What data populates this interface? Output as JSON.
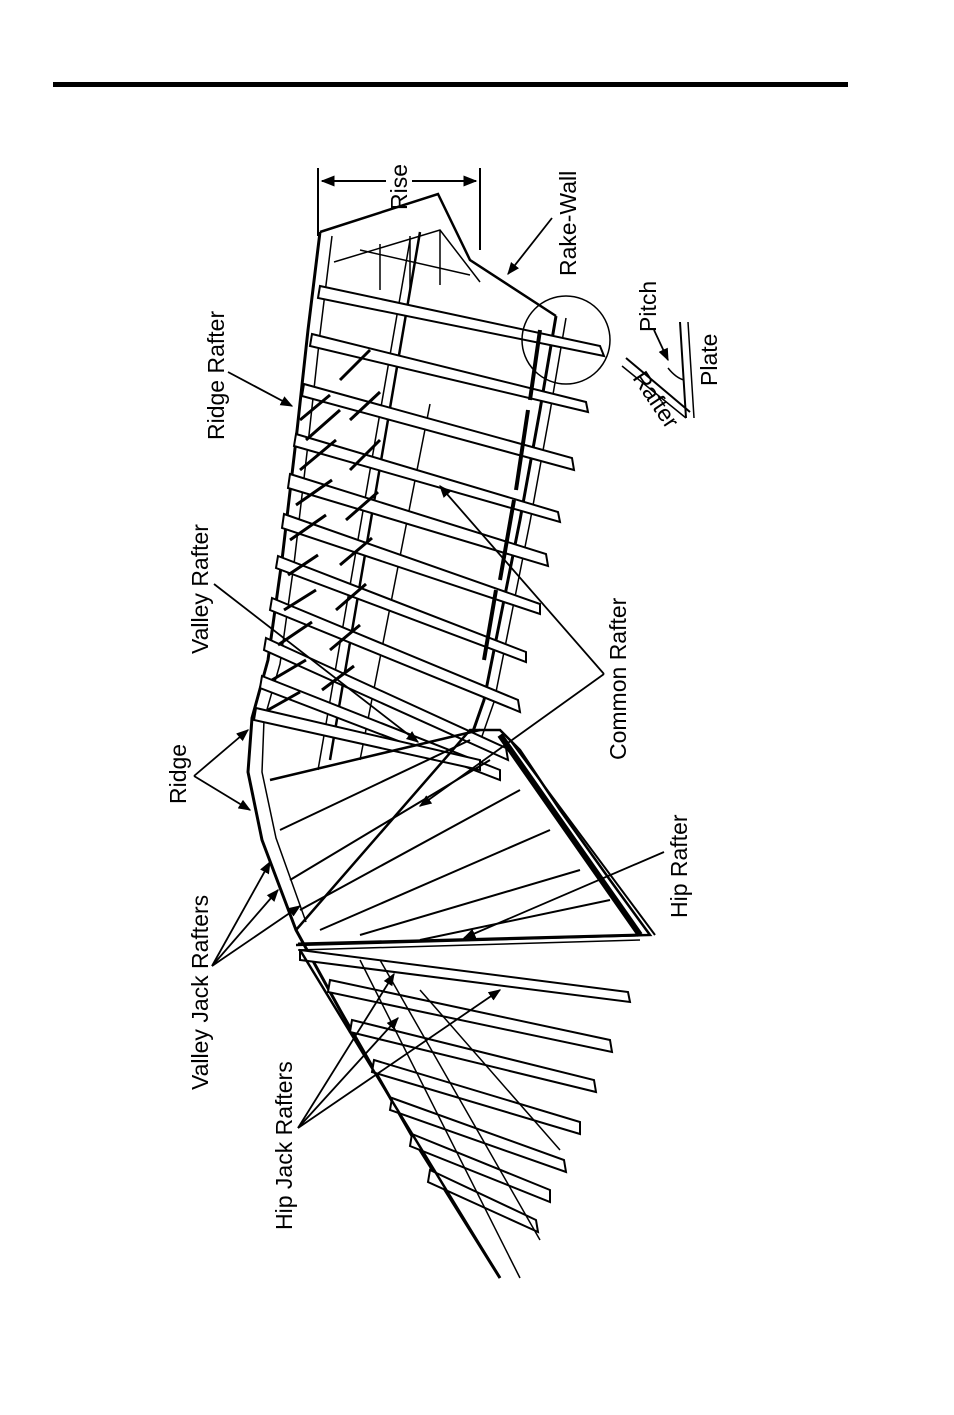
{
  "labels": {
    "rise": "Rise",
    "rake_wall": "Rake-Wall",
    "ridge_rafter": "Ridge Rafter",
    "pitch": "Pitch",
    "plate": "Plate",
    "rafter": "Rafter",
    "valley_rafter": "Valley Rafter",
    "common_rafter": "Common Rafter",
    "ridge": "Ridge",
    "hip_rafter": "Hip Rafter",
    "valley_jack_rafters": "Valley Jack Rafters",
    "hip_jack_rafters": "Hip Jack Rafters"
  },
  "colors": {
    "ink": "#000000",
    "paper": "#ffffff"
  }
}
